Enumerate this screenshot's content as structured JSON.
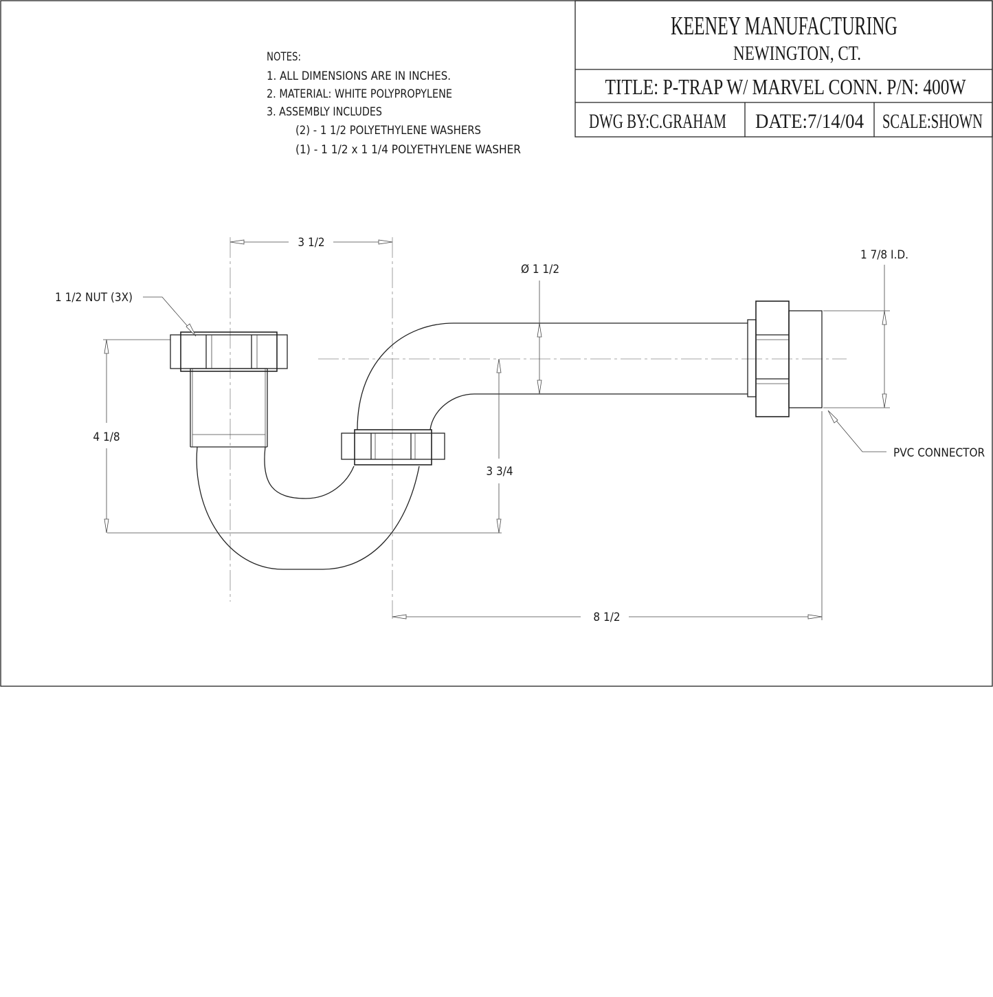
{
  "title_block": {
    "company": "KEENEY MANUFACTURING",
    "location": "NEWINGTON, CT.",
    "title": "TITLE: P-TRAP W/ MARVEL CONN. P/N: 400W",
    "drawn_by": "DWG BY:C.GRAHAM",
    "date": "DATE:7/14/04",
    "scale": "SCALE:SHOWN"
  },
  "notes": {
    "heading": "NOTES:",
    "lines": [
      "1. ALL DIMENSIONS ARE IN INCHES.",
      "2. MATERIAL: WHITE POLYPROPYLENE",
      "3. ASSEMBLY INCLUDES"
    ],
    "sub_lines": [
      "(2) - 1 1/2 POLYETHYLENE WASHERS",
      "(1) - 1 1/2 x 1 1/4 POLYETHYLENE WASHER"
    ]
  },
  "dimensions": {
    "top_width": "3 1/2",
    "diameter": "Ø 1 1/2",
    "id_label": "1 7/8 I.D.",
    "height_left": "4 1/8",
    "height_right": "3 3/4",
    "overall_length": "8 1/2"
  },
  "callouts": {
    "nut": "1 1/2 NUT (3X)",
    "connector": "PVC CONNECTOR"
  }
}
